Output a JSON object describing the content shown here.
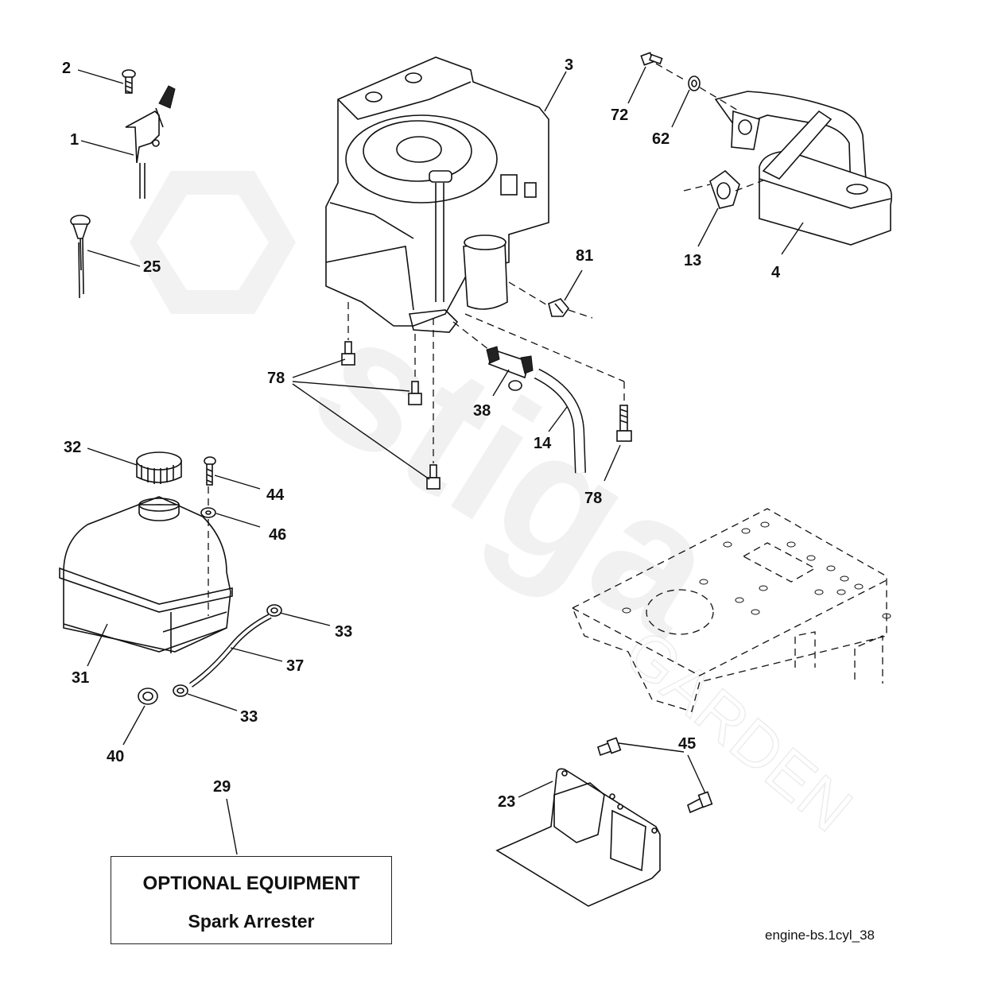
{
  "callouts": {
    "c1": "1",
    "c2": "2",
    "c3": "3",
    "c4": "4",
    "c13": "13",
    "c14": "14",
    "c23": "23",
    "c25": "25",
    "c29": "29",
    "c31": "31",
    "c32": "32",
    "c33a": "33",
    "c33b": "33",
    "c37": "37",
    "c38": "38",
    "c40": "40",
    "c44": "44",
    "c45": "45",
    "c46": "46",
    "c62": "62",
    "c72": "72",
    "c78a": "78",
    "c78b": "78",
    "c81": "81"
  },
  "optional_box": {
    "title": "OPTIONAL EQUIPMENT",
    "subtitle": "Spark Arrester"
  },
  "diagram_code": "engine-bs.1cyl_38",
  "watermark": {
    "brand": "stiga",
    "sub": "GARDEN"
  }
}
